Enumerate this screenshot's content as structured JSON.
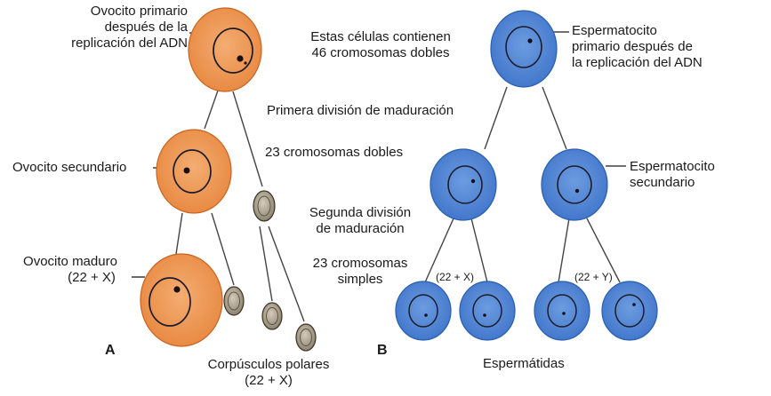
{
  "colors": {
    "oocyte_cytoplasm": "#ef9656",
    "oocyte_edge": "#c8631f",
    "sperm_cytoplasm": "#4f86d6",
    "sperm_edge": "#2a5eae",
    "polar_body": "#a49a88",
    "nucleus_line": "#1c1c2c",
    "connector": "#444444"
  },
  "labels": {
    "primary_oocyte": [
      "Ovocito primario",
      "después de la",
      "replicación del ADN"
    ],
    "secondary_oocyte": "Ovocito secundario",
    "mature_oocyte": [
      "Ovocito maduro",
      "(22 + X)"
    ],
    "panel_a": "A",
    "polar_bodies": [
      "Corpúsculos polares",
      "(22 + X)"
    ],
    "center_46": [
      "Estas células contienen",
      "46 cromosomas dobles"
    ],
    "first_division": "Primera división de maduración",
    "center_23_double": "23 cromosomas dobles",
    "second_division": [
      "Segunda división",
      "de maduración"
    ],
    "center_23_single": [
      "23 cromosomas",
      "simples"
    ],
    "primary_spermatocyte": [
      "Espermatocito",
      "primario después de",
      "la replicación del ADN"
    ],
    "secondary_spermatocyte": [
      "Espermatocito",
      "secundario"
    ],
    "karyotype_x": "(22 + X)",
    "karyotype_y": "(22 + Y)",
    "panel_b": "B",
    "spermatids": "Espermátidas"
  }
}
